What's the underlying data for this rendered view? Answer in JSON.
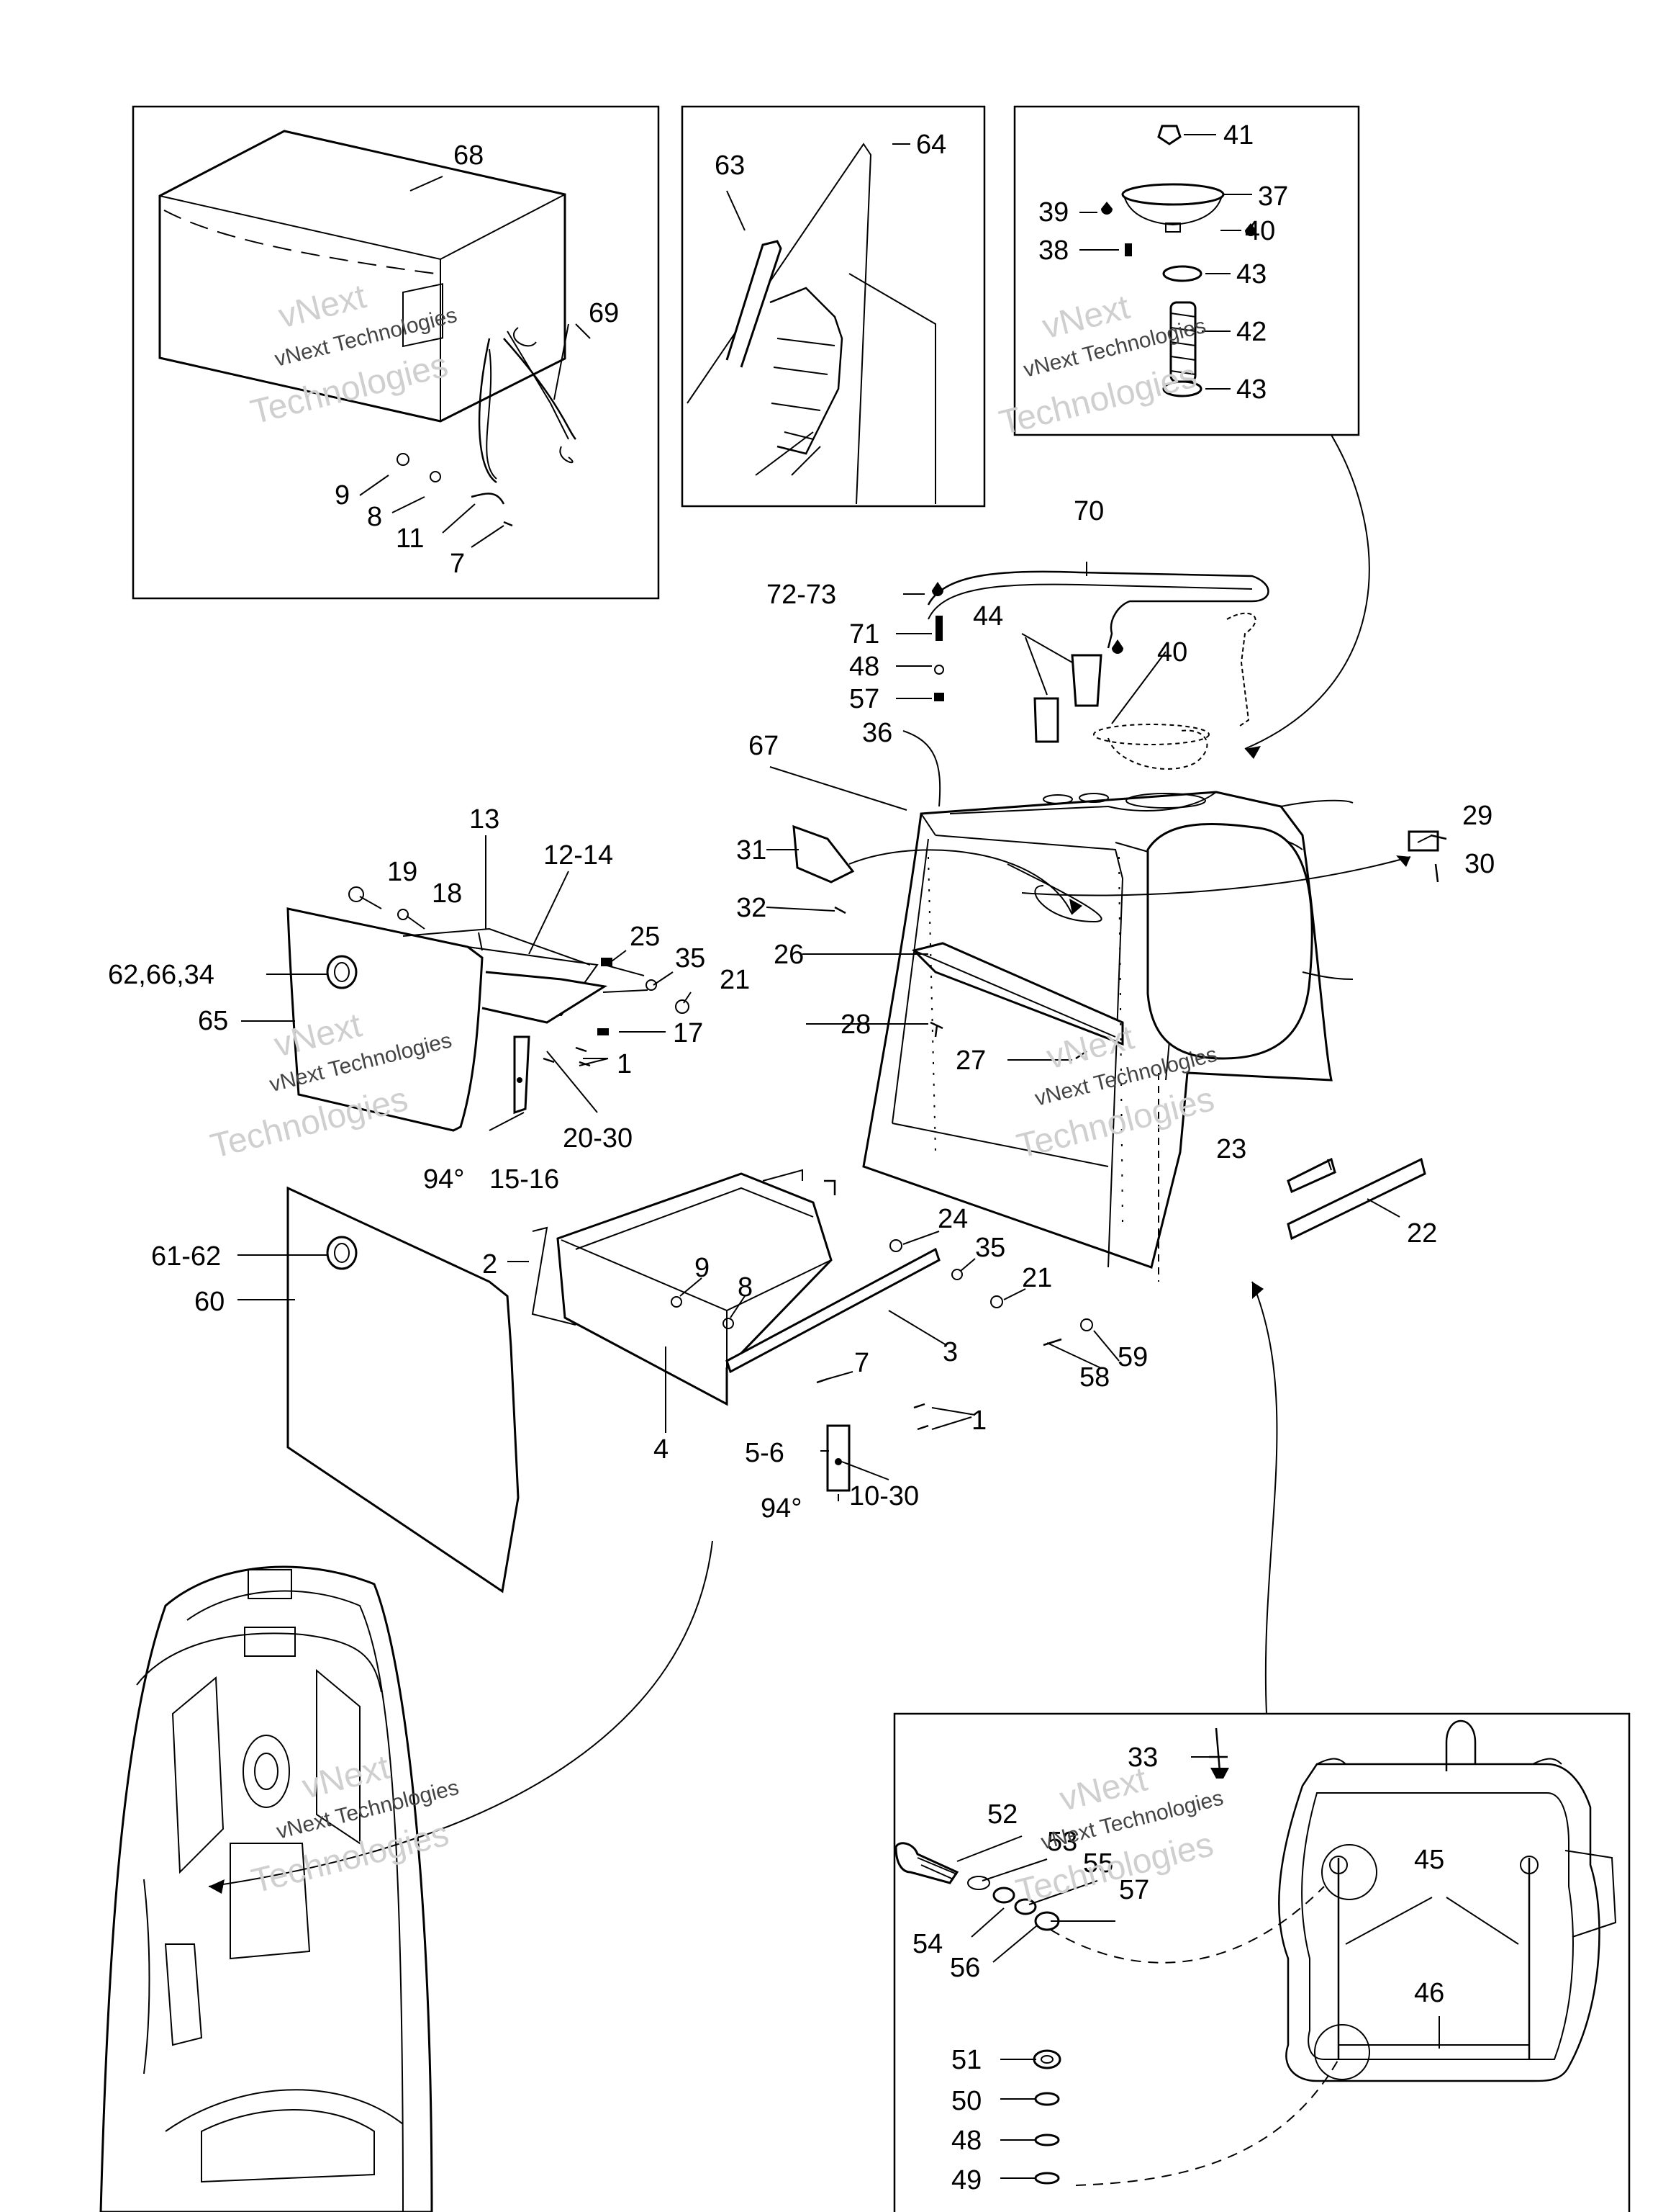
{
  "watermark": {
    "line1": "vNext",
    "line2": "vNext Technologies",
    "line3": "Technologies"
  },
  "labels": [
    {
      "id": "68",
      "text": "68"
    },
    {
      "id": "69",
      "text": "69"
    },
    {
      "id": "9a",
      "text": "9"
    },
    {
      "id": "8a",
      "text": "8"
    },
    {
      "id": "11",
      "text": "11"
    },
    {
      "id": "7a",
      "text": "7"
    },
    {
      "id": "63",
      "text": "63"
    },
    {
      "id": "64",
      "text": "64"
    },
    {
      "id": "41",
      "text": "41"
    },
    {
      "id": "37",
      "text": "37"
    },
    {
      "id": "39",
      "text": "39"
    },
    {
      "id": "40a",
      "text": "40"
    },
    {
      "id": "38",
      "text": "38"
    },
    {
      "id": "43a",
      "text": "43"
    },
    {
      "id": "42",
      "text": "42"
    },
    {
      "id": "43b",
      "text": "43"
    },
    {
      "id": "70",
      "text": "70"
    },
    {
      "id": "72-73",
      "text": "72-73"
    },
    {
      "id": "71",
      "text": "71"
    },
    {
      "id": "44",
      "text": "44"
    },
    {
      "id": "40b",
      "text": "40"
    },
    {
      "id": "48a",
      "text": "48"
    },
    {
      "id": "57a",
      "text": "57"
    },
    {
      "id": "67",
      "text": "67"
    },
    {
      "id": "36",
      "text": "36"
    },
    {
      "id": "29",
      "text": "29"
    },
    {
      "id": "30",
      "text": "30"
    },
    {
      "id": "31",
      "text": "31"
    },
    {
      "id": "32",
      "text": "32"
    },
    {
      "id": "26",
      "text": "26"
    },
    {
      "id": "28",
      "text": "28"
    },
    {
      "id": "27",
      "text": "27"
    },
    {
      "id": "13",
      "text": "13"
    },
    {
      "id": "12-14",
      "text": "12-14"
    },
    {
      "id": "19",
      "text": "19"
    },
    {
      "id": "18",
      "text": "18"
    },
    {
      "id": "62,66,34",
      "text": "62,66,34"
    },
    {
      "id": "65",
      "text": "65"
    },
    {
      "id": "25",
      "text": "25"
    },
    {
      "id": "35a",
      "text": "35"
    },
    {
      "id": "21a",
      "text": "21"
    },
    {
      "id": "17",
      "text": "17"
    },
    {
      "id": "1a",
      "text": "1"
    },
    {
      "id": "20-30",
      "text": "20-30"
    },
    {
      "id": "94a",
      "text": "94°"
    },
    {
      "id": "15-16",
      "text": "15-16"
    },
    {
      "id": "23",
      "text": "23"
    },
    {
      "id": "22",
      "text": "22"
    },
    {
      "id": "61-62",
      "text": "61-62"
    },
    {
      "id": "60",
      "text": "60"
    },
    {
      "id": "2",
      "text": "2"
    },
    {
      "id": "24",
      "text": "24"
    },
    {
      "id": "9b",
      "text": "9"
    },
    {
      "id": "8b",
      "text": "8"
    },
    {
      "id": "35b",
      "text": "35"
    },
    {
      "id": "21b",
      "text": "21"
    },
    {
      "id": "3",
      "text": "3"
    },
    {
      "id": "7b",
      "text": "7"
    },
    {
      "id": "4",
      "text": "4"
    },
    {
      "id": "1b",
      "text": "1"
    },
    {
      "id": "5-6",
      "text": "5-6"
    },
    {
      "id": "10-30",
      "text": "10-30"
    },
    {
      "id": "94b",
      "text": "94°"
    },
    {
      "id": "58",
      "text": "58"
    },
    {
      "id": "59",
      "text": "59"
    },
    {
      "id": "33",
      "text": "33"
    },
    {
      "id": "52",
      "text": "52"
    },
    {
      "id": "53",
      "text": "53"
    },
    {
      "id": "55",
      "text": "55"
    },
    {
      "id": "57b",
      "text": "57"
    },
    {
      "id": "54",
      "text": "54"
    },
    {
      "id": "56",
      "text": "56"
    },
    {
      "id": "45",
      "text": "45"
    },
    {
      "id": "46",
      "text": "46"
    },
    {
      "id": "51",
      "text": "51"
    },
    {
      "id": "50",
      "text": "50"
    },
    {
      "id": "48b",
      "text": "48"
    },
    {
      "id": "49",
      "text": "49"
    }
  ]
}
